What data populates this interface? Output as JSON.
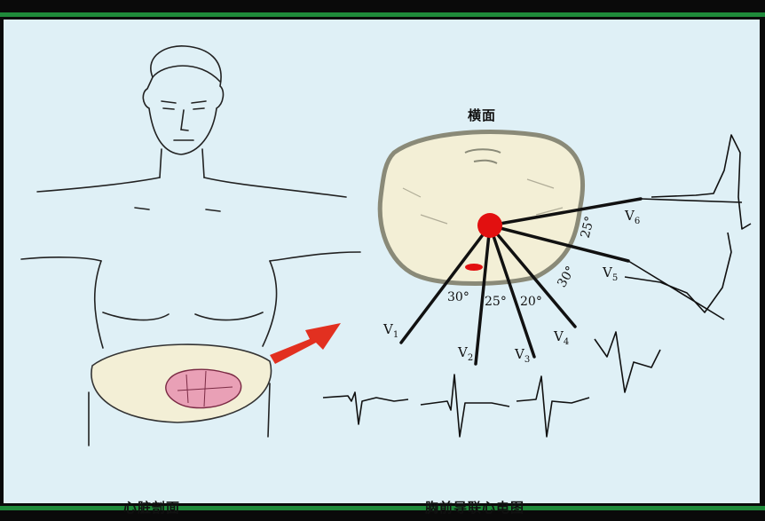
{
  "captions": {
    "left": "心脏剖面",
    "right": "胸前导联心电图",
    "top": "横面"
  },
  "leads": [
    {
      "name": "V",
      "sub": "1"
    },
    {
      "name": "V",
      "sub": "2"
    },
    {
      "name": "V",
      "sub": "3"
    },
    {
      "name": "V",
      "sub": "4"
    },
    {
      "name": "V",
      "sub": "5"
    },
    {
      "name": "V",
      "sub": "6"
    }
  ],
  "angles": [
    "30°",
    "25°",
    "20°",
    "30°",
    "25°"
  ],
  "colors": {
    "background": "#0a0a0a",
    "panel": "#dff0f6",
    "frame_green": "#1f8a3a",
    "heart_dot": "#e21010",
    "arrow": "#e23020",
    "heart_section": "#e9a0b6",
    "torso_section": "#f3efd6"
  },
  "icons": [
    "heart-center-dot",
    "direction-arrow",
    "ecg-trace"
  ]
}
